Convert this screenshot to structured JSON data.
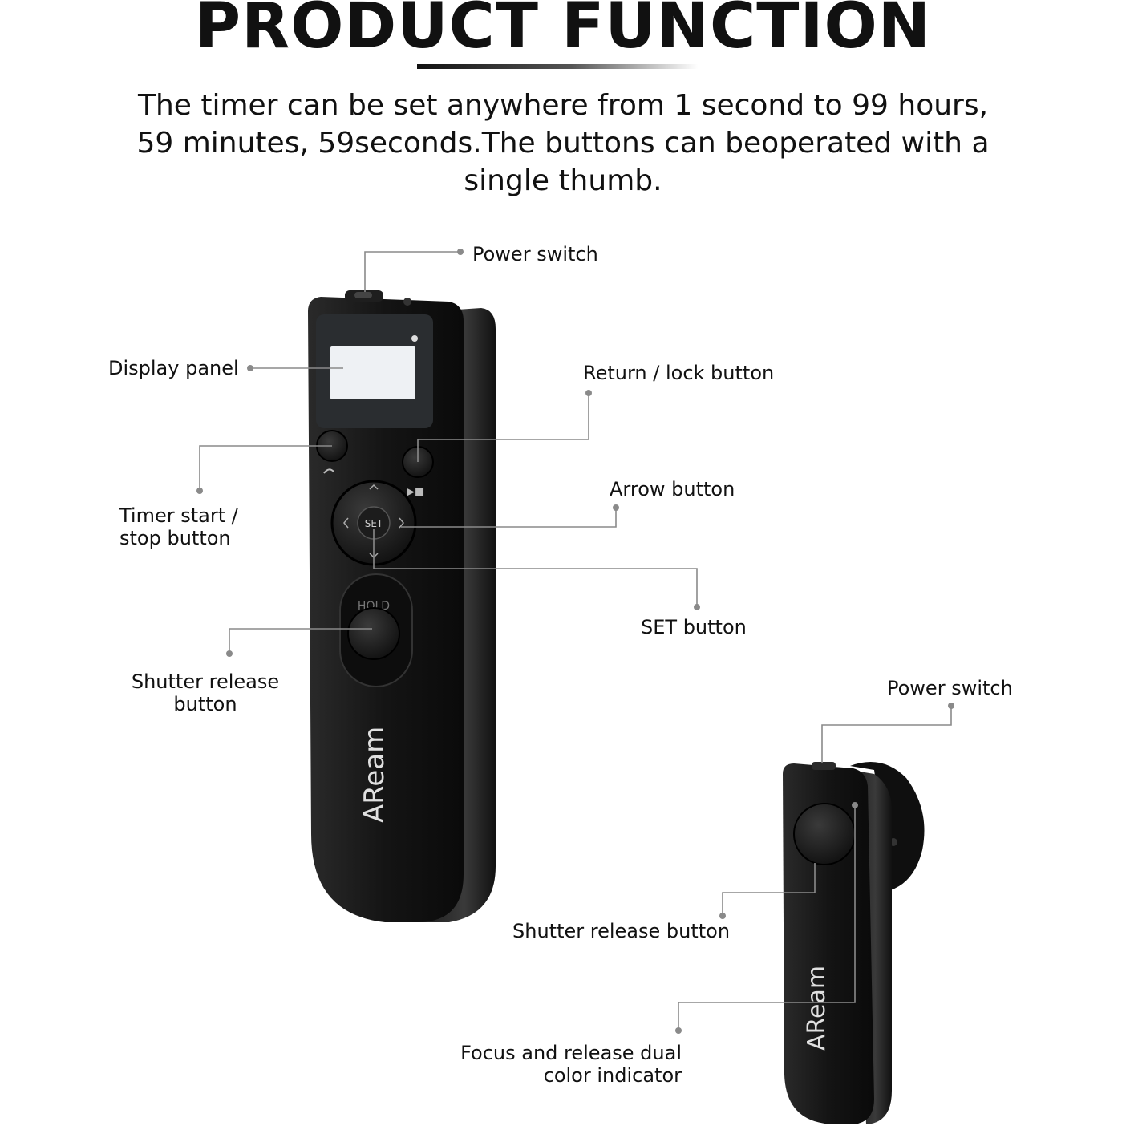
{
  "header": {
    "title": "PRODUCT FUNCTION",
    "subtitle_line1": "The timer can be set anywhere from 1 second to 99 hours,",
    "subtitle_line2": "59 minutes, 59seconds.The buttons can beoperated with a",
    "subtitle_line3": "single thumb."
  },
  "remote": {
    "brand": "AReam",
    "set_label": "SET",
    "hold_label": "HOLD",
    "labels": {
      "power_switch": "Power switch",
      "display_panel": "Display panel",
      "return_lock": "Return / lock button",
      "timer_line1": "Timer start /",
      "timer_line2": "stop button",
      "arrow": "Arrow button",
      "set": "SET button",
      "shutter_line1": "Shutter release",
      "shutter_line2": "button"
    }
  },
  "receiver": {
    "brand": "AReam",
    "labels": {
      "power_switch": "Power switch",
      "shutter": "Shutter release button",
      "indicator_line1": "Focus and release dual",
      "indicator_line2": "color indicator"
    }
  },
  "colors": {
    "device_body": "#151515",
    "leader_line": "#8a8a8a",
    "screen": "#eef1f4"
  }
}
